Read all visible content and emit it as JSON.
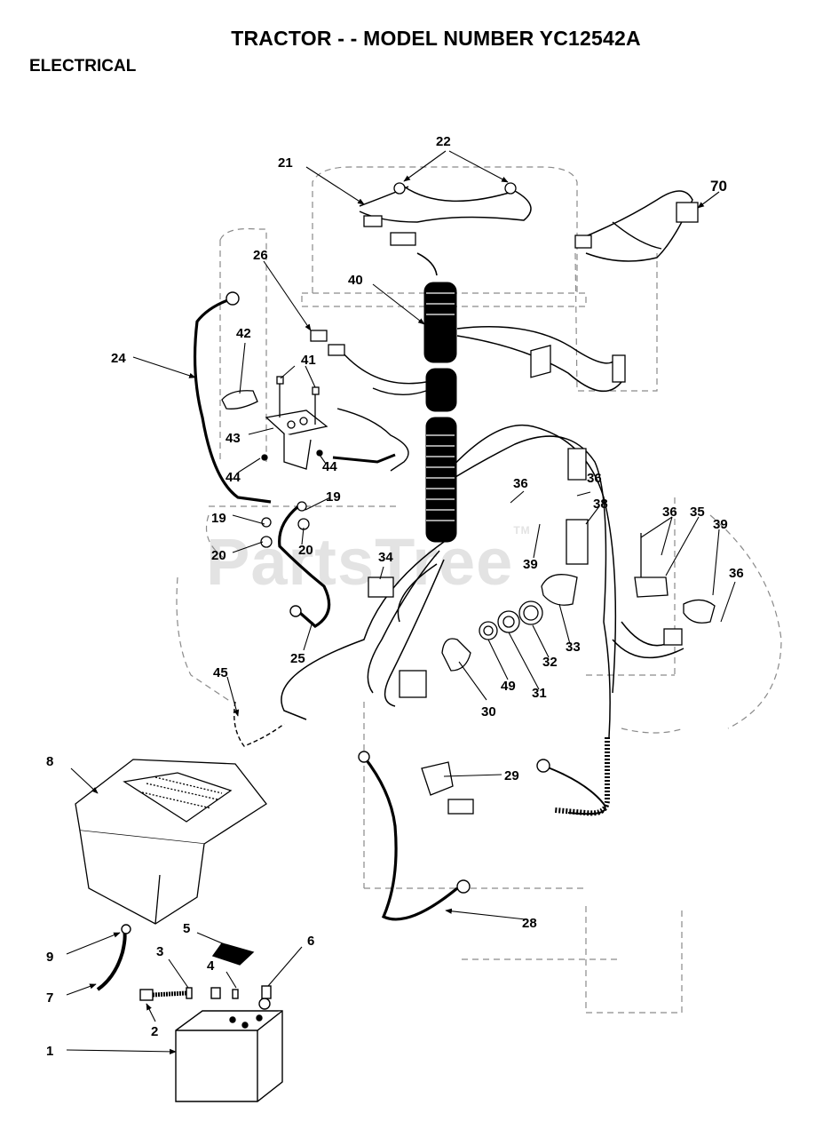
{
  "header": {
    "title": "TRACTOR - - MODEL NUMBER YC12542A",
    "section": "ELECTRICAL"
  },
  "watermark": {
    "text": "PartsTree",
    "mark": "TM"
  },
  "callouts": {
    "c1": "1",
    "c2": "2",
    "c3": "3",
    "c4": "4",
    "c5": "5",
    "c6": "6",
    "c7": "7",
    "c8": "8",
    "c9": "9",
    "c19a": "19",
    "c19b": "19",
    "c20a": "20",
    "c20b": "20",
    "c21": "21",
    "c22": "22",
    "c24": "24",
    "c25": "25",
    "c26": "26",
    "c28": "28",
    "c29": "29",
    "c30": "30",
    "c31": "31",
    "c32": "32",
    "c33": "33",
    "c35": "35",
    "c36a": "36",
    "c36b": "36",
    "c36c": "36",
    "c36d": "36",
    "c38": "38",
    "c39a": "39",
    "c39b": "39",
    "c40": "40",
    "c41": "41",
    "c42": "42",
    "c43": "43",
    "c44a": "44",
    "c44b": "44",
    "c45": "45",
    "c49": "49",
    "c70": "70"
  },
  "colors": {
    "ink": "#000000",
    "frame": "#8a8a8a",
    "watermark": "#e3e3e3",
    "background": "#ffffff"
  }
}
